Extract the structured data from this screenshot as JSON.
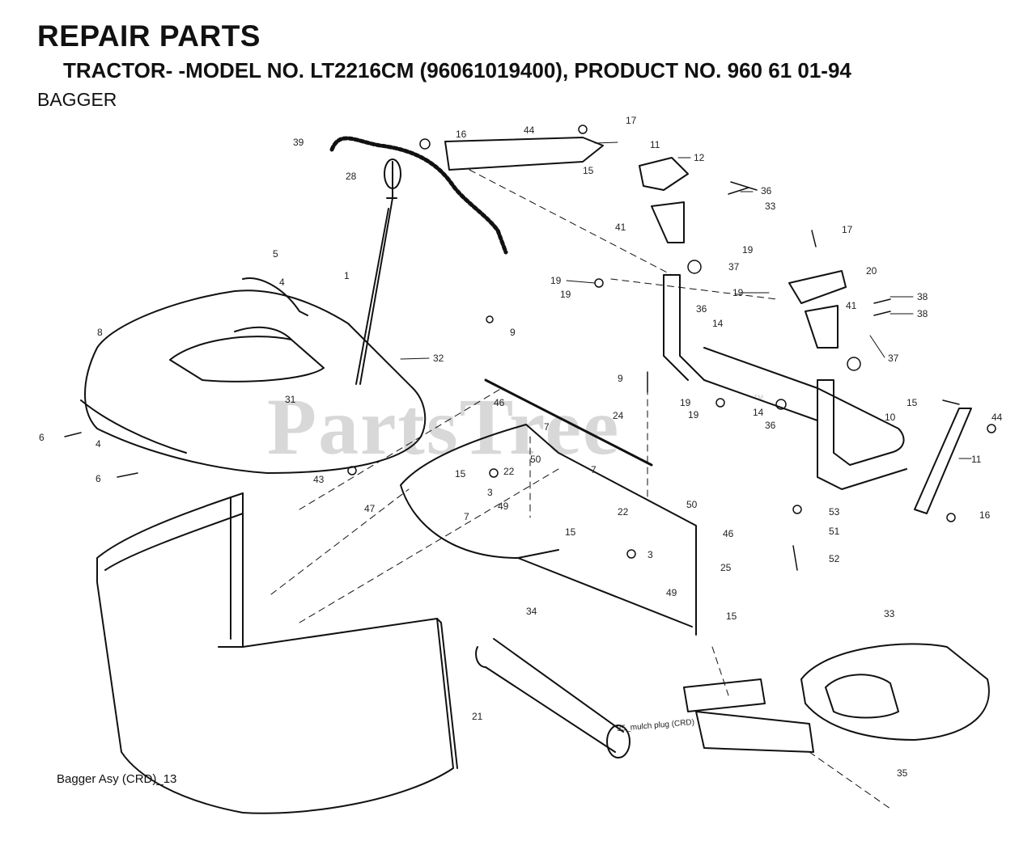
{
  "header": {
    "title": "REPAIR PARTS",
    "subtitle": "TRACTOR- -MODEL NO. LT2216CM (96061019400), PRODUCT NO. 960 61 01-94",
    "section": "BAGGER"
  },
  "watermark": {
    "text": "PartsTree",
    "mark": "™"
  },
  "caption": "Bagger Asy (CRD)_13",
  "plug_note": "35_mulch plug (CRD)",
  "callouts": {
    "c39": "39",
    "c28": "28",
    "c16a": "16",
    "c44a": "44",
    "c17a": "17",
    "c11a": "11",
    "c15a": "15",
    "c12": "12",
    "c36a": "36",
    "c33a": "33",
    "c41a": "41",
    "c19a": "19",
    "c37a": "37",
    "c17b": "17",
    "c20": "20",
    "c19b": "19",
    "c19c": "19",
    "c19d": "19",
    "c38a": "38",
    "c38b": "38",
    "c41b": "41",
    "c36b": "36",
    "c14a": "14",
    "c37b": "37",
    "c5": "5",
    "c4a": "4",
    "c1": "1",
    "c8": "8",
    "c9a": "9",
    "c32": "32",
    "c31": "31",
    "c6a": "6",
    "c4b": "4",
    "c6b": "6",
    "c43": "43",
    "c46a": "46",
    "c7a": "7",
    "c24": "24",
    "c9b": "9",
    "c19e": "19",
    "c19f": "19",
    "c14b": "14",
    "c36c": "36",
    "c10": "10",
    "c15b": "15",
    "c44b": "44",
    "c22a": "22",
    "c50a": "50",
    "c15c": "15",
    "c3a": "3",
    "c7b": "7",
    "c47": "47",
    "c49a": "49",
    "c7c": "7",
    "c11b": "11",
    "c22b": "22",
    "c50b": "50",
    "c53": "53",
    "c46b": "46",
    "c51": "51",
    "c15d": "15",
    "c3b": "3",
    "c52": "52",
    "c16b": "16",
    "c25": "25",
    "c49b": "49",
    "c15e": "15",
    "c33b": "33",
    "c34": "34",
    "c21": "21",
    "c35": "35"
  }
}
